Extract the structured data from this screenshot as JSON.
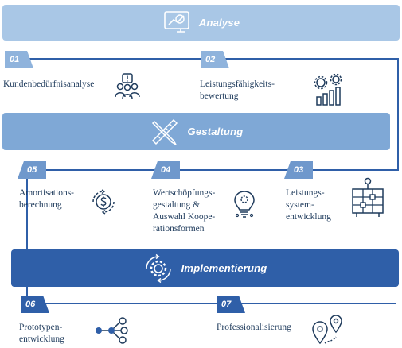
{
  "bands": {
    "analyse": "Analyse",
    "gestaltung": "Gestaltung",
    "implementierung": "Implementierung"
  },
  "steps": [
    {
      "number": "01",
      "lines": [
        "Kundenbedürfnisanalyse"
      ],
      "icon": "group-alert-icon"
    },
    {
      "number": "02",
      "lines": [
        "Leistungsfähigkeits-",
        "bewertung"
      ],
      "icon": "gears-chart-icon"
    },
    {
      "number": "03",
      "lines": [
        "Leistungs-",
        "system-",
        "entwicklung"
      ],
      "icon": "system-diagram-icon"
    },
    {
      "number": "04",
      "lines": [
        "Wertschöpfungs-",
        "gestaltung &",
        "Auswahl Koope-",
        "rationsformen"
      ],
      "icon": "lightbulb-icon"
    },
    {
      "number": "05",
      "lines": [
        "Amortisations-",
        "berechnung"
      ],
      "icon": "money-cycle-icon"
    },
    {
      "number": "06",
      "lines": [
        "Prototypen-",
        "entwicklung"
      ],
      "icon": "network-nodes-icon"
    },
    {
      "number": "07",
      "lines": [
        "Professionalisierung"
      ],
      "icon": "location-pins-icon"
    }
  ],
  "colors": {
    "analyse_band": "#a9c7e6",
    "gestaltung_band": "#7fa8d6",
    "implementierung_band": "#2f5fa8",
    "line": "#2f5fa8",
    "text": "#1f3b5c"
  }
}
